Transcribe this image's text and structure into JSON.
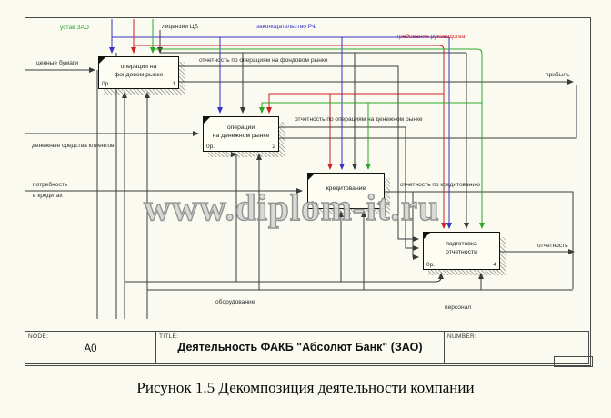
{
  "titlebar": {
    "node_label": "NODE:",
    "node_value": "A0",
    "title_label": "TITLE:",
    "title_value": "Деятельность ФАКБ \"Абсолют Банк\" (ЗАО)",
    "number_label": "NUMBER:"
  },
  "controls": {
    "ustav": "устав ЗАО",
    "licenzii": "лицензии ЦБ",
    "zakonodatelstvo": "законодательство РФ",
    "trebovaniya": "требования руководства"
  },
  "inputs": {
    "cennye": "ценные бумаги",
    "denezhnye": "денежные средства клиентов",
    "potrebnost_1": "потребность",
    "potrebnost_2": "в кредитах"
  },
  "outputs": {
    "otch_fond": "отчетность по операциям на фондовом рынке",
    "otch_den": "отчетность по операциям на денежном рынке",
    "otch_kred": "отчетность по кредитованию",
    "pribyl": "прибыль",
    "otchetnost": "отчетность"
  },
  "mechanisms": {
    "oborudovanie": "оборудование",
    "personal": "персонал"
  },
  "boxes": [
    {
      "line1": "операции на",
      "line2": "фондовом рынке",
      "cost": "0р.",
      "num": "1"
    },
    {
      "line1": "операции",
      "line2": "на денежном рынке",
      "cost": "0р.",
      "num": "2"
    },
    {
      "line1": "кредитование",
      "line2": "",
      "cost": "0р.",
      "num": "3"
    },
    {
      "line1": "подготовка",
      "line2": "отчетности",
      "cost": "0р.",
      "num": "4"
    }
  ],
  "watermark": "www.diplom-it.ru",
  "caption": "Рисунок 1.5 Декомпозиция деятельности компании",
  "colors": {
    "blue": "#3434c8",
    "red": "#cc2323",
    "green": "#2aa82a",
    "line": "#3a3a3a",
    "background": "#fbfaf1"
  }
}
